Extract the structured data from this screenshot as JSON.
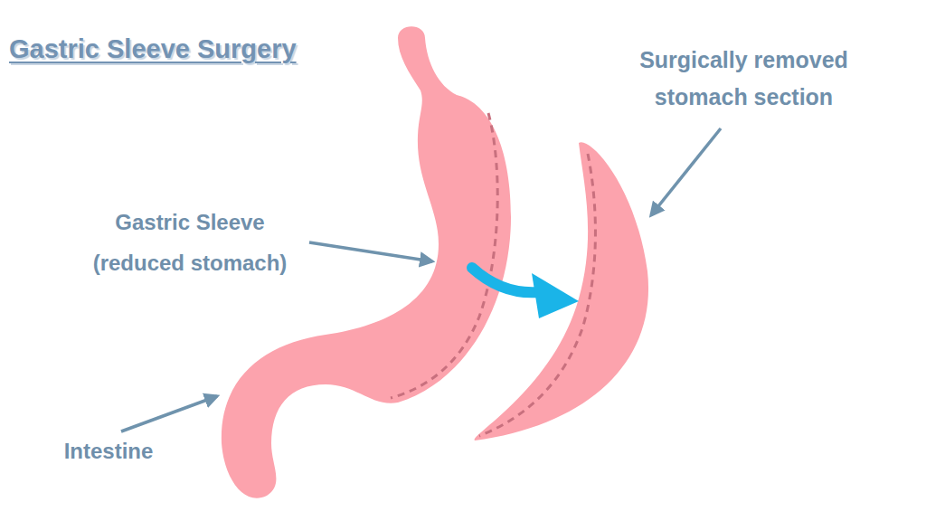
{
  "diagram": {
    "title": "Gastric Sleeve Surgery",
    "labels": [
      "Surgically removed stomach section",
      "Gastric Sleeve (reduced stomach)",
      "Intestine"
    ]
  }
}
